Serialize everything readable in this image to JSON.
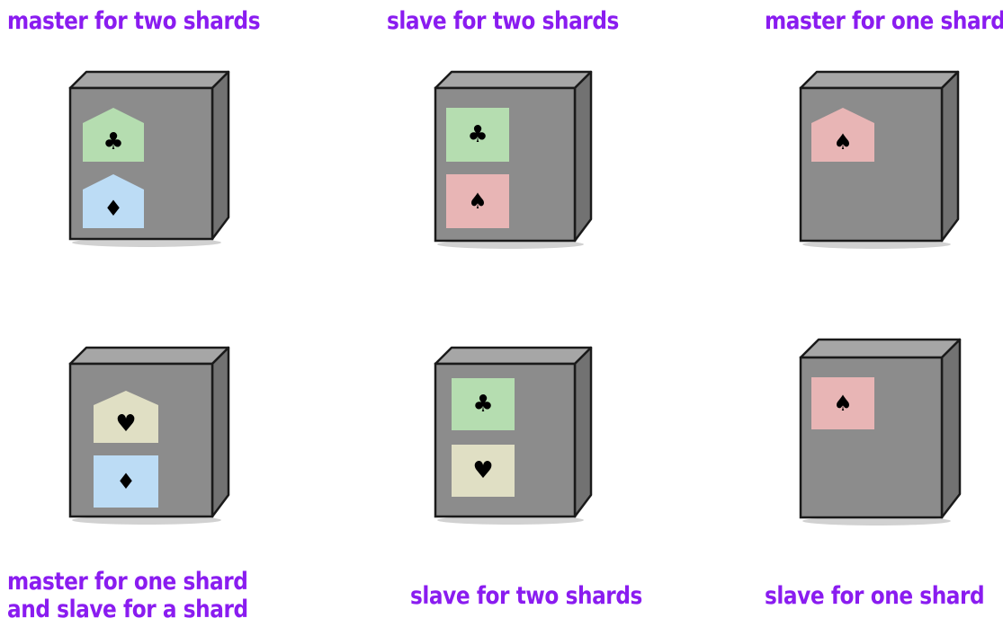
{
  "colors": {
    "caption": "#8a1cf0",
    "server_face": "#8c8c8c",
    "server_top": "#a6a6a6",
    "server_side": "#727272",
    "outline": "#1a1a1a",
    "shard_clubs": "#b5ddb0",
    "shard_spades": "#e8b5b5",
    "shard_diamonds": "#bcdcf5",
    "shard_hearts": "#e0dfc4"
  },
  "legend": {
    "house_shape": "master",
    "square_shape": "slave"
  },
  "servers": [
    {
      "caption_lines": [
        "master for two shards"
      ],
      "shards": [
        {
          "suit": "clubs",
          "glyph": "♣",
          "role": "master",
          "color": "#b5ddb0"
        },
        {
          "suit": "diamonds",
          "glyph": "♦",
          "role": "master",
          "color": "#bcdcf5"
        }
      ]
    },
    {
      "caption_lines": [
        "slave for two shards"
      ],
      "shards": [
        {
          "suit": "clubs",
          "glyph": "♣",
          "role": "slave",
          "color": "#b5ddb0"
        },
        {
          "suit": "spades",
          "glyph": "♠",
          "role": "slave",
          "color": "#e8b5b5"
        }
      ]
    },
    {
      "caption_lines": [
        "master for one shard"
      ],
      "shards": [
        {
          "suit": "spades",
          "glyph": "♠",
          "role": "master",
          "color": "#e8b5b5"
        }
      ]
    },
    {
      "caption_lines": [
        "master for one shard",
        "and slave for a shard"
      ],
      "shards": [
        {
          "suit": "hearts",
          "glyph": "♥",
          "role": "master",
          "color": "#e0dfc4"
        },
        {
          "suit": "diamonds",
          "glyph": "♦",
          "role": "slave",
          "color": "#bcdcf5"
        }
      ]
    },
    {
      "caption_lines": [
        "slave for two shards"
      ],
      "shards": [
        {
          "suit": "clubs",
          "glyph": "♣",
          "role": "slave",
          "color": "#b5ddb0"
        },
        {
          "suit": "hearts",
          "glyph": "♥",
          "role": "slave",
          "color": "#e0dfc4"
        }
      ]
    },
    {
      "caption_lines": [
        "slave for one shard"
      ],
      "shards": [
        {
          "suit": "spades",
          "glyph": "♠",
          "role": "slave",
          "color": "#e8b5b5"
        }
      ]
    }
  ]
}
